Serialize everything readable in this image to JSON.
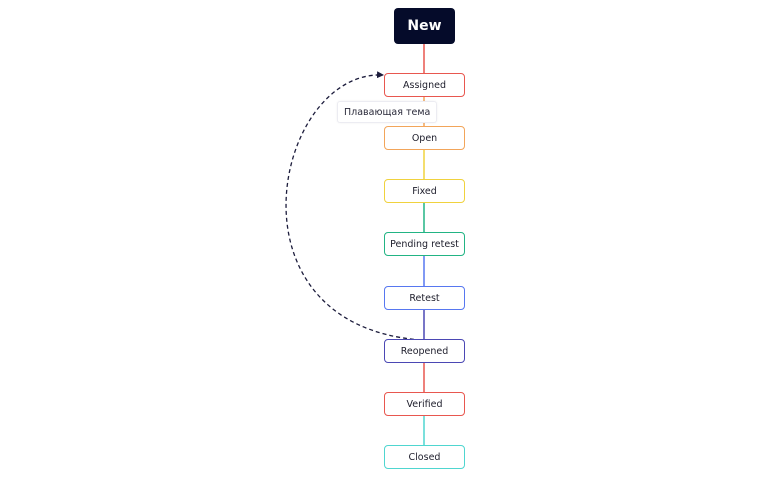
{
  "root": {
    "label": "New",
    "color": "#050b2a"
  },
  "nodes": [
    {
      "label": "Assigned",
      "color": "#e8574f"
    },
    {
      "label": "Open",
      "color": "#f2a55a"
    },
    {
      "label": "Fixed",
      "color": "#f0d23e"
    },
    {
      "label": "Pending retest",
      "color": "#22b484"
    },
    {
      "label": "Retest",
      "color": "#5777f0"
    },
    {
      "label": "Reopened",
      "color": "#4b48b4"
    },
    {
      "label": "Verified",
      "color": "#e8574f"
    },
    {
      "label": "Closed",
      "color": "#4fd6d0"
    }
  ],
  "floating_topic": {
    "label": "Плавающая тема"
  },
  "relationship": {
    "from": "Reopened",
    "to": "Assigned",
    "color": "#1c1c3c",
    "style": "dashed"
  }
}
